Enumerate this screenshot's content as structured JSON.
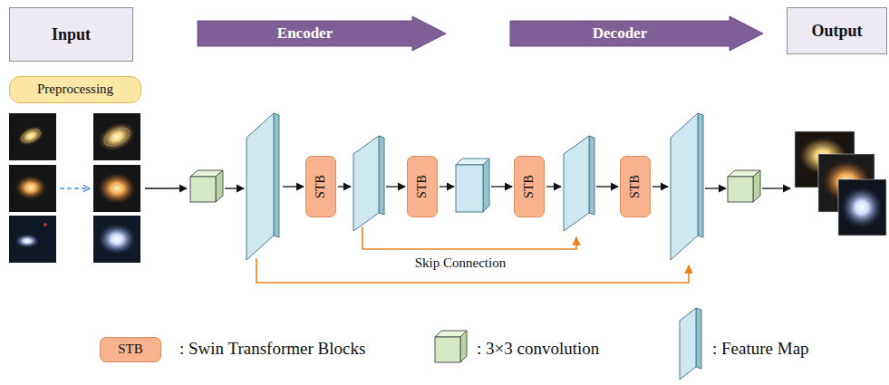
{
  "diagram": {
    "nodes": [
      {
        "text": [
          "Input"
        ]
      },
      {
        "text": [
          "Encoder"
        ]
      },
      {
        "text": [
          "Decoder"
        ]
      },
      {
        "text": [
          "Output"
        ]
      },
      {
        "text": [
          "Preprocessing"
        ]
      },
      {
        "text": [
          "STB"
        ]
      },
      {
        "text": [
          "STB"
        ]
      },
      {
        "text": [
          "STB"
        ]
      },
      {
        "text": [
          "STB"
        ]
      }
    ],
    "labels": [
      "Skip Connection",
      "STB"
    ],
    "legend": [
      {
        "text": ": Swin Transformer Blocks",
        "color": "#f8b38e"
      },
      {
        "text": ": 3×3 convolution"
      },
      {
        "text": ": Feature Map"
      }
    ]
  }
}
